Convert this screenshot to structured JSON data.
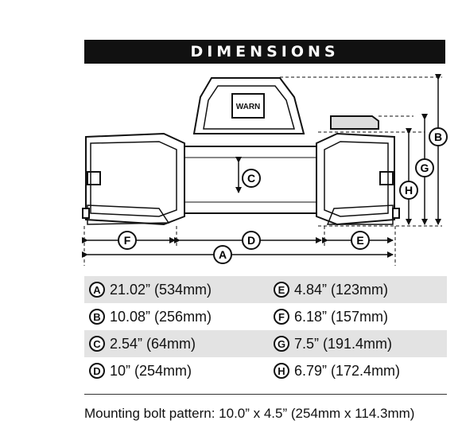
{
  "header": {
    "title": "DIMENSIONS"
  },
  "winch": {
    "logo_text": "WARN",
    "logo_icon": "warn-logo-icon"
  },
  "labels": {
    "A": "A",
    "B": "B",
    "C": "C",
    "D": "D",
    "E": "E",
    "F": "F",
    "G": "G",
    "H": "H"
  },
  "specs": [
    {
      "letter": "A",
      "value": "21.02” (534mm)"
    },
    {
      "letter": "E",
      "value": "4.84” (123mm)"
    },
    {
      "letter": "B",
      "value": "10.08” (256mm)"
    },
    {
      "letter": "F",
      "value": "6.18” (157mm)"
    },
    {
      "letter": "C",
      "value": "2.54” (64mm)"
    },
    {
      "letter": "G",
      "value": "7.5” (191.4mm)"
    },
    {
      "letter": "D",
      "value": "10” (254mm)"
    },
    {
      "letter": "H",
      "value": "6.79” (172.4mm)"
    }
  ],
  "footnote": "Mounting bolt pattern: 10.0” x 4.5” (254mm x 114.3mm)",
  "colors": {
    "banner": "#111111",
    "row_shade": "#e3e3e3",
    "line": "#111111"
  }
}
